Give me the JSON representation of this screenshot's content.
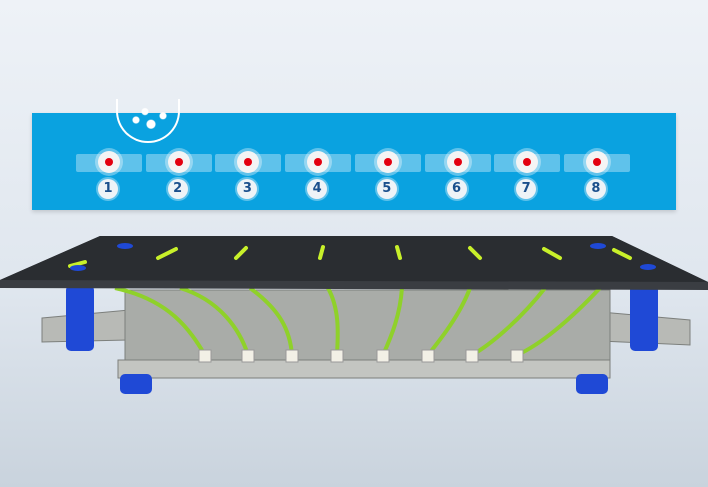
{
  "channels": [
    {
      "label": "1"
    },
    {
      "label": "2"
    },
    {
      "label": "3"
    },
    {
      "label": "4"
    },
    {
      "label": "5"
    },
    {
      "label": "6"
    },
    {
      "label": "7"
    },
    {
      "label": "8"
    }
  ],
  "colors": {
    "panel": "#0aa2e0",
    "led": "#e3000f",
    "wire": "#8fd12a",
    "board": "#2a2d31",
    "bracket": "#a9aca8",
    "post": "#1f49d6"
  }
}
